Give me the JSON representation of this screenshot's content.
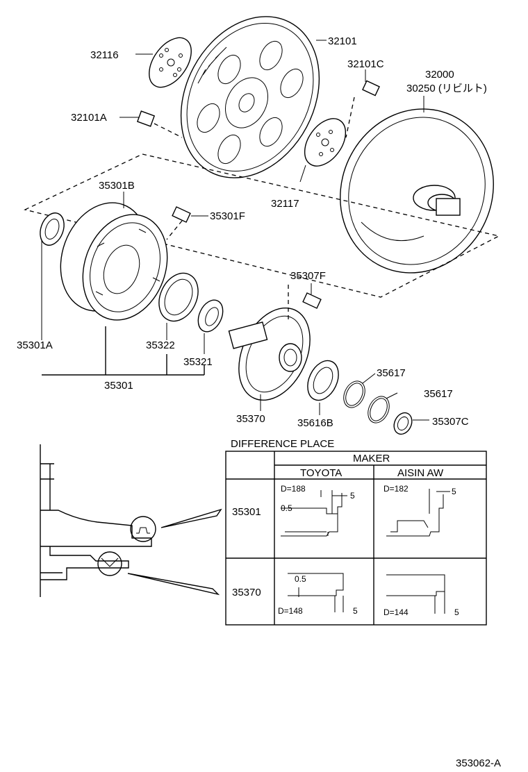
{
  "labels": {
    "p32116": "32116",
    "p32101": "32101",
    "p32101C": "32101C",
    "p32000": "32000",
    "p30250": "30250 (リビルト)",
    "p32101A": "32101A",
    "p32117": "32117",
    "p35301B": "35301B",
    "p35301F": "35301F",
    "p35307F": "35307F",
    "p35301A": "35301A",
    "p35322": "35322",
    "p35321": "35321",
    "p35301": "35301",
    "p35617a": "35617",
    "p35617b": "35617",
    "p35370": "35370",
    "p35616B": "35616B",
    "p35307C": "35307C"
  },
  "table": {
    "title": "DIFFERENCE PLACE",
    "maker_header": "MAKER",
    "makers": [
      "TOYOTA",
      "AISIN AW"
    ],
    "rows": [
      {
        "part": "35301",
        "toyota": {
          "d": "D=188",
          "t": "0.5",
          "s": "5"
        },
        "aisin": {
          "d": "D=182",
          "s": "5"
        }
      },
      {
        "part": "35370",
        "toyota": {
          "d": "D=148",
          "t": "0.5",
          "s": "5"
        },
        "aisin": {
          "d": "D=144",
          "s": "5"
        }
      }
    ]
  },
  "footer": {
    "code": "353062-A"
  }
}
